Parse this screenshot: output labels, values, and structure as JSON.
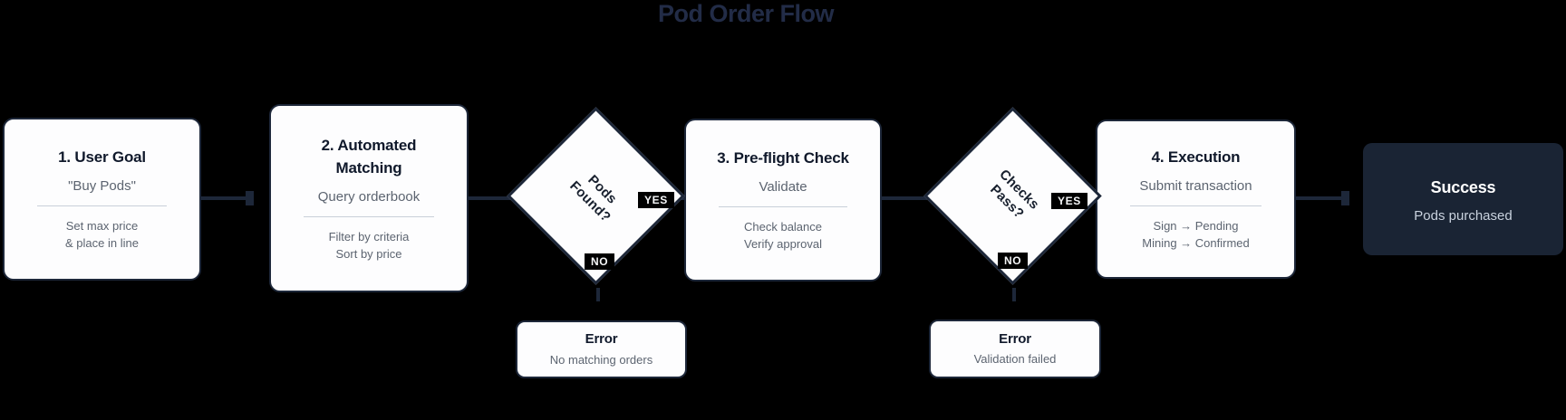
{
  "title": "Pod Order Flow",
  "colors": {
    "background": "#000000",
    "node_fill": "#fdfdfe",
    "stroke": "#1d2739",
    "heading_text": "#10192b",
    "muted_text": "#5c6470",
    "divider": "#c9d0d9",
    "title_color": "#222c47",
    "success_fill": "#1a2434",
    "success_text": "#ffffff",
    "edge_label_bg": "#000000",
    "edge_label_text": "#f5f6f8"
  },
  "nodes": {
    "step1": {
      "title": "1. User Goal",
      "subtitle": "\"Buy Pods\"",
      "lines": [
        "Set max price",
        "& place in line"
      ]
    },
    "step2": {
      "title": "2. Automated Matching",
      "subtitle": "Query orderbook",
      "lines": [
        "Filter by criteria",
        "Sort by price"
      ]
    },
    "decision1": {
      "label_line1": "Pods",
      "label_line2": "Found?",
      "yes": "YES",
      "no": "NO"
    },
    "step3": {
      "title": "3. Pre-flight Check",
      "subtitle": "Validate",
      "lines": [
        "Check balance",
        "Verify approval"
      ]
    },
    "decision2": {
      "label_line1": "Checks",
      "label_line2": "Pass?",
      "yes": "YES",
      "no": "NO"
    },
    "step4": {
      "title": "4. Execution",
      "subtitle": "Submit transaction",
      "lines": [
        "Sign → Pending",
        "Mining → Confirmed"
      ]
    },
    "success": {
      "title": "Success",
      "subtitle": "Pods purchased"
    },
    "error1": {
      "title": "Error",
      "subtitle": "No matching orders"
    },
    "error2": {
      "title": "Error",
      "subtitle": "Validation failed"
    }
  }
}
